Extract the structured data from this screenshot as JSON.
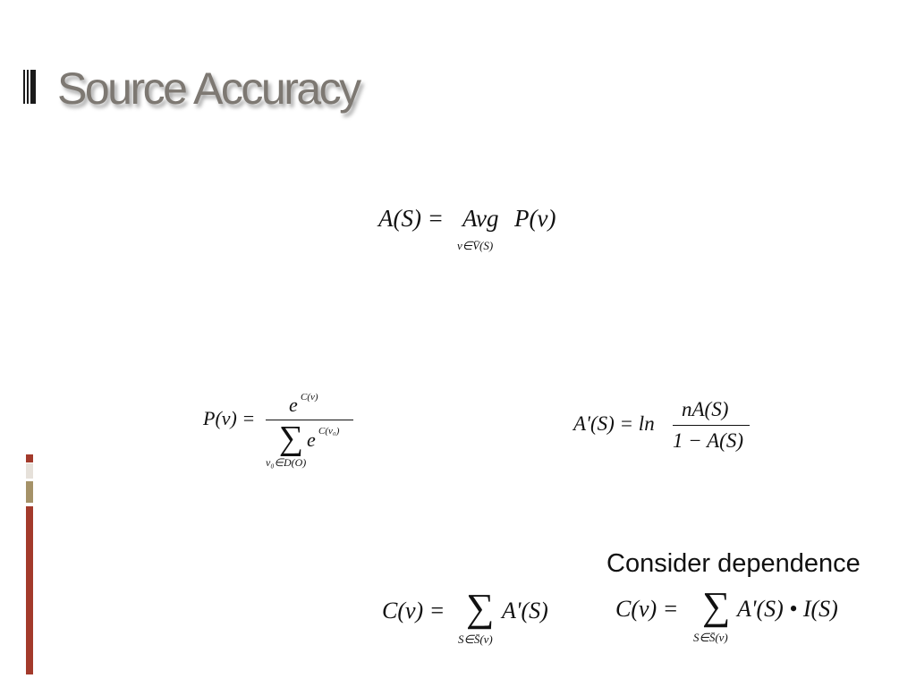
{
  "slide": {
    "title": "Source Accuracy",
    "note": "Consider dependence",
    "accent_colors": [
      "#a33a2b",
      "#e6e1da",
      "#a59268",
      "#a33a2b"
    ]
  },
  "formulas": {
    "accuracy": {
      "lhs": "A(S) =",
      "op": "Avg",
      "rhs": "P(v)",
      "under": "v∈V̄(S)"
    },
    "probability": {
      "lhs": "P(v) =",
      "num": "e",
      "num_sup": "C(v)",
      "den_e": "e",
      "den_sup": "C(v₀)",
      "under": "v₀∈D(O)"
    },
    "adjusted_accuracy": {
      "lhs": "A'(S) = ln",
      "num": "nA(S)",
      "den": "1 − A(S)"
    },
    "confidence": {
      "lhs": "C(v) =",
      "rhs": "A'(S)",
      "under": "S∈S̄(v)"
    },
    "confidence_dependence": {
      "lhs": "C(v) =",
      "rhs": "A'(S) • I(S)",
      "under": "S∈S̄(v)"
    }
  }
}
